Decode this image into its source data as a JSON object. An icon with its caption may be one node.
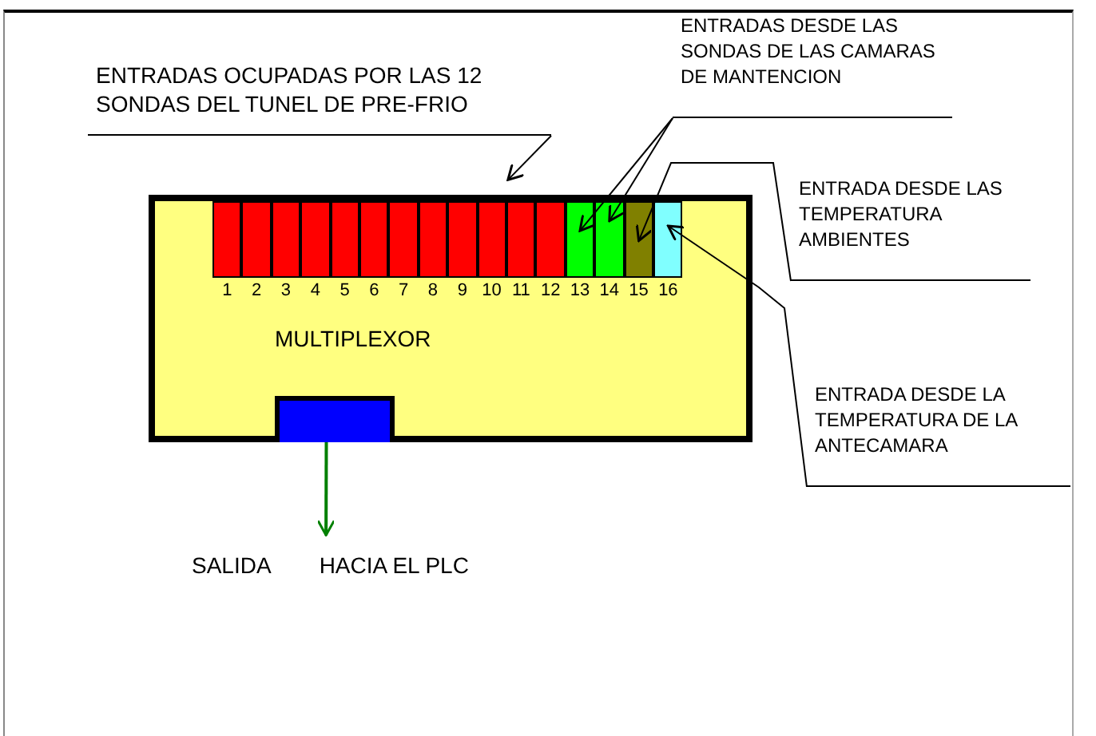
{
  "diagram": {
    "nodes": [
      {
        "text": [
          "MULTIPLEXOR"
        ]
      },
      {
        "text": [
          "1"
        ],
        "in": 0
      },
      {
        "text": [
          "2"
        ],
        "in": 0
      },
      {
        "text": [
          "3"
        ],
        "in": 0
      },
      {
        "text": [
          "4"
        ],
        "in": 0
      },
      {
        "text": [
          "5"
        ],
        "in": 0
      },
      {
        "text": [
          "6"
        ],
        "in": 0
      },
      {
        "text": [
          "7"
        ],
        "in": 0
      },
      {
        "text": [
          "8"
        ],
        "in": 0
      },
      {
        "text": [
          "9"
        ],
        "in": 0
      },
      {
        "text": [
          "10"
        ],
        "in": 0
      },
      {
        "text": [
          "11"
        ],
        "in": 0
      },
      {
        "text": [
          "12"
        ],
        "in": 0
      },
      {
        "text": [
          "13"
        ],
        "in": 0
      },
      {
        "text": [
          "14"
        ],
        "in": 0
      },
      {
        "text": [
          "15"
        ],
        "in": 0
      },
      {
        "text": [
          "16"
        ],
        "in": 0
      },
      {
        "text": [],
        "shape": "box",
        "in": 0
      },
      {
        "text": [
          "ENTRADAS OCUPADAS POR LAS 12 SONDAS DEL TUNEL DE PRE-FRIO"
        ]
      },
      {
        "text": [
          "ENTRADAS DESDE LAS SONDAS DE LAS CAMARAS DE MANTENCION"
        ]
      },
      {
        "text": [
          "ENTRADA DESDE LAS TEMPERATURA AMBIENTES"
        ]
      },
      {
        "text": [
          "ENTRADA DESDE LA TEMPERATURA DE LA ANTECAMARA"
        ]
      },
      {
        "text": [
          "SALIDA",
          "HACIA EL PLC"
        ]
      }
    ],
    "edges": [
      {
        "from": 18,
        "to": 0,
        "arrow": "to"
      },
      {
        "from": 19,
        "to": 13,
        "arrow": "to"
      },
      {
        "from": 19,
        "to": 14,
        "arrow": "to"
      },
      {
        "from": 20,
        "to": 15,
        "arrow": "to"
      },
      {
        "from": 21,
        "to": 16,
        "arrow": "to"
      },
      {
        "from": 17,
        "to": 22,
        "arrow": "to",
        "color": "#008000"
      }
    ]
  }
}
